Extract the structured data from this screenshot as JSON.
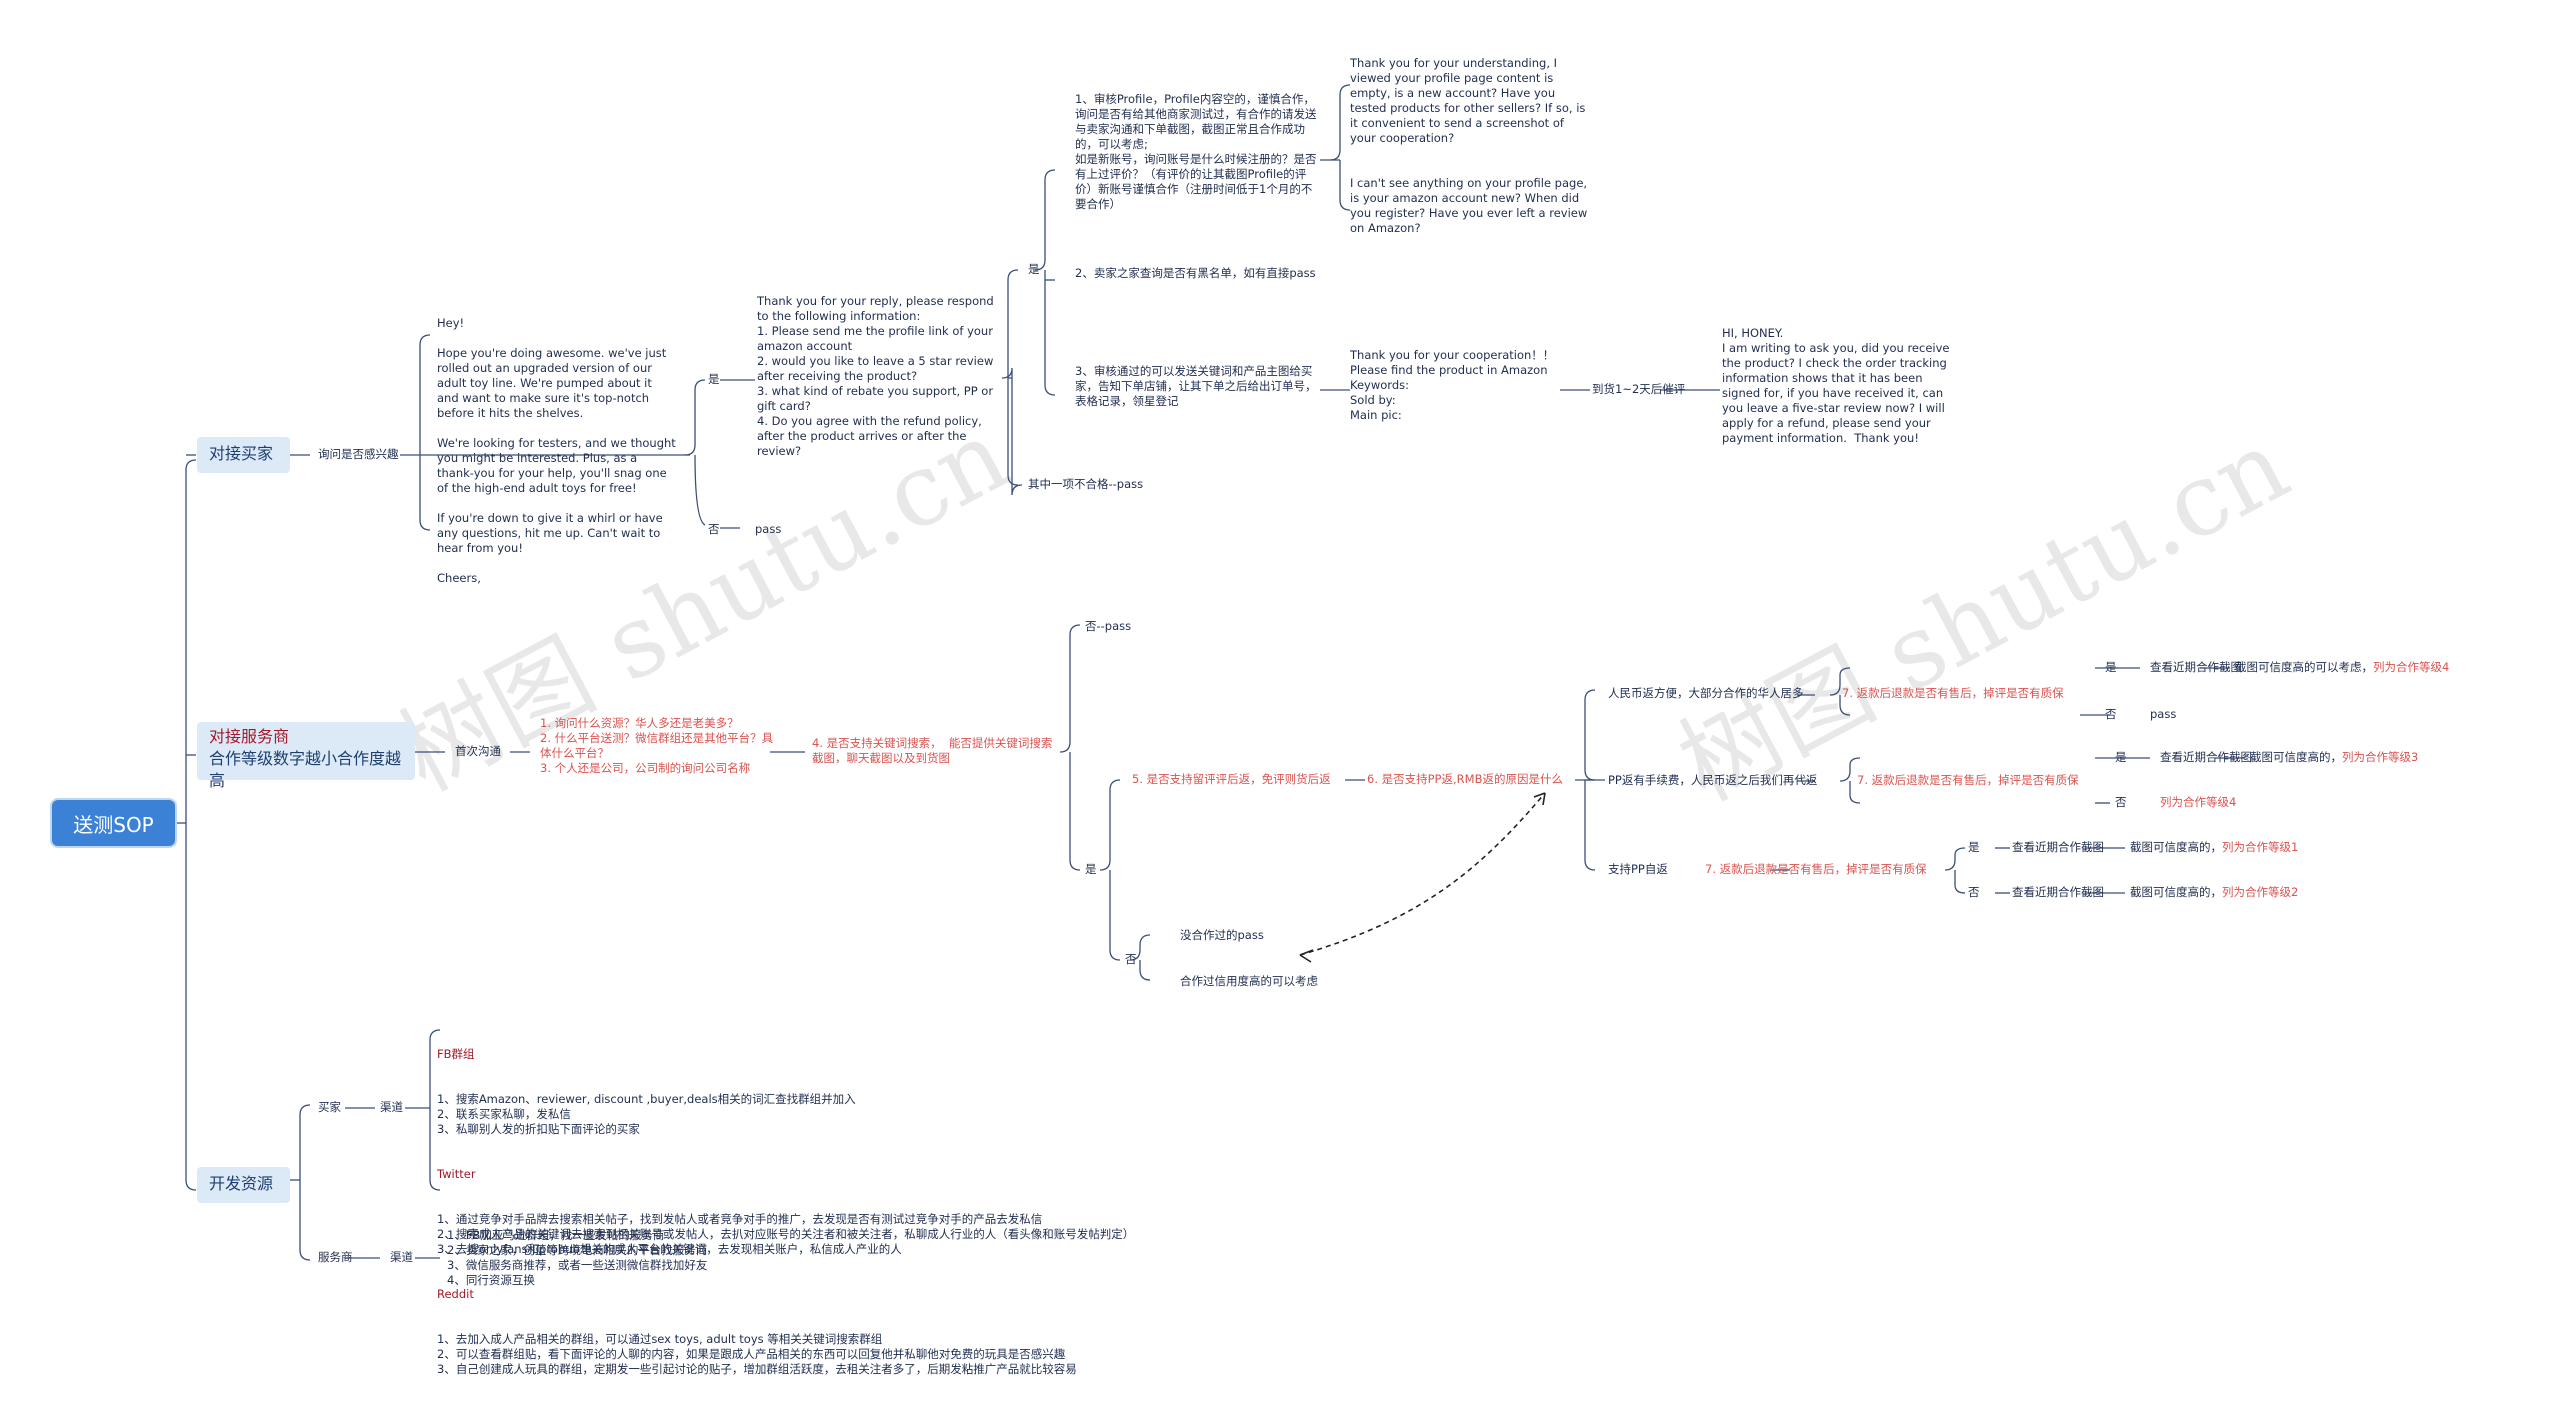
{
  "root": "送测SOP",
  "branches": {
    "buyer": "对接买家",
    "service_line1": "对接服务商",
    "service_line2": "合作等级数字越小合作度越高",
    "resources": "开发资源"
  },
  "buyer_flow": {
    "ask": "询问是否感兴趣",
    "greeting": "Hey!\n\nHope you're doing awesome. we've just rolled out an upgraded version of our adult toy line. We're pumped about it and want to make sure it's top-notch before it hits the shelves.\n\nWe're looking for testers, and we thought  you might be interested. Plus, as a thank-you for your help, you'll snag one of the high-end adult toys for free!\n\nIf you're down to give it a whirl or have any questions, hit me up. Can't wait to hear from you!\n\nCheers,",
    "yes": "是",
    "no": "否",
    "pass": "pass",
    "reply": "Thank you for your reply, please respond to the following information:\n1. Please send me the profile link of your amazon account\n2. would you like to leave a 5 star review after receiving the product?\n3. what kind of rebate you support, PP or gift card?\n4. Do you agree with the refund policy, after the product arrives or after the review?",
    "yes2": "是",
    "any_fail": "其中一项不合格--pass",
    "check1": "1、审核Profile，Profile内容空的，谨慎合作，询问是否有给其他商家测试过，有合作的请发送与卖家沟通和下单截图，截图正常且合作成功的，可以考虑;\n如是新账号，询问账号是什么时候注册的？是否有上过评价？（有评价的让其截图Profile的评价）新账号谨慎合作（注册时间低于1个月的不要合作）",
    "check1_reply_a": "Thank you for your understanding, I viewed your profile page content is empty, is a new account? Have you tested products for other sellers? If so, is it convenient to send a screenshot of your cooperation?",
    "check1_reply_b": "I can't see anything on your profile page, is your amazon account new? When did you register? Have you ever left a review on Amazon?",
    "check2": "2、卖家之家查询是否有黑名单，如有直接pass",
    "check3": "3、审核通过的可以发送关键词和产品主图给买家，告知下单店铺，让其下单之后给出订单号，表格记录，领星登记",
    "coop_msg": "Thank you for your cooperation！！\nPlease find the product in Amazon\nKeywords:\nSold by:\nMain pic:",
    "arrival": "到货1~2天后催评",
    "honey": "HI, HONEY.\nI am writing to ask you, did you receive the product? I check the order tracking information shows that it has been signed for, if you have received it, can you leave a five-star review now? I will apply for a refund, please send your payment information.  Thank you!"
  },
  "service_flow": {
    "first_contact": "首次沟通",
    "questions": "1. 询问什么资源？华人多还是老美多？\n2. 什么平台送测？微信群组还是其他平台？具体什么平台？\n3. 个人还是公司，公司制的询问公司名称",
    "q4": "4. 是否支持关键词搜索，  能否提供关键词搜索截图，聊天截图以及到货图",
    "no_pass": "否--pass",
    "yes": "是",
    "q5": "5. 是否支持留评评后返，免评则货后返",
    "q6": "6. 是否支持PP返,RMB返的原因是什么",
    "no": "否",
    "no_coop": "没合作过的pass",
    "coop_ok": "合作过信用度高的可以考虑",
    "rmb": "人民币返方便，大部分合作的华人居多",
    "pp_fee": "PP返有手续费，人民币返之后我们再代返",
    "pp_support": "支持PP自返",
    "q7": "7. 返款后退款是否有售后，掉评是否有质保",
    "yes_label": "是",
    "no_label": "否",
    "check_recent": "查看近期合作截图",
    "credible_consider": "截图可信度高的可以考虑，",
    "credible": "截图可信度高的，",
    "level4": "列为合作等级4",
    "level3": "列为合作等级3",
    "level1": "列为合作等级1",
    "level2": "列为合作等级2"
  },
  "resources_flow": {
    "buyer": "买家",
    "channel": "渠道",
    "service": "服务商",
    "fb_title": "FB群组",
    "fb_body": "1、搜索Amazon、reviewer, discount ,buyer,deals相关的词汇查找群组并加入\n2、联系买家私聊，发私信\n3、私聊别人发的折扣贴下面评论的买家",
    "tw_title": "Twitter",
    "tw_body": "1、通过竞争对手品牌去搜索相关帖子，找到发帖人或者竞争对手的推广，去发现是否有测试过竞争对手的产品去发私信\n2、搜索成人产品的关键词去搜索到相关账号或发帖人，去扒对应账号的关注者和被关注者，私聊成人行业的人（看头像和账号发帖判定）\n3、去搜onlyfans和prohub想关的成人平台的关键词，去发现相关账户，私信成人产业的人",
    "rd_title": "Reddit",
    "rd_body": "1、去加入成人产品相关的群组，可以通过sex toys, adult toys 等相关关键词搜索群组\n2、可以查看群组贴，看下面评论的人聊的内容，如果是跟成人产品相关的东西可以回复他并私聊他对免费的玩具是否感兴趣\n3、自己创建成人玩具的群组，定期发一些引起讨论的贴子，增加群组活跃度，去租关注者多了，后期发粘推广产品就比较容易",
    "svc_body": "1、FB加亚马逊群组，找一些发帖的服务商\n2、卖家之家，创蓝等跨境电商相关的平台找服务商\n3、微信服务商推荐，或者一些送测微信群找加好友\n4、同行资源互换"
  },
  "watermark": "树图 shutu.cn"
}
